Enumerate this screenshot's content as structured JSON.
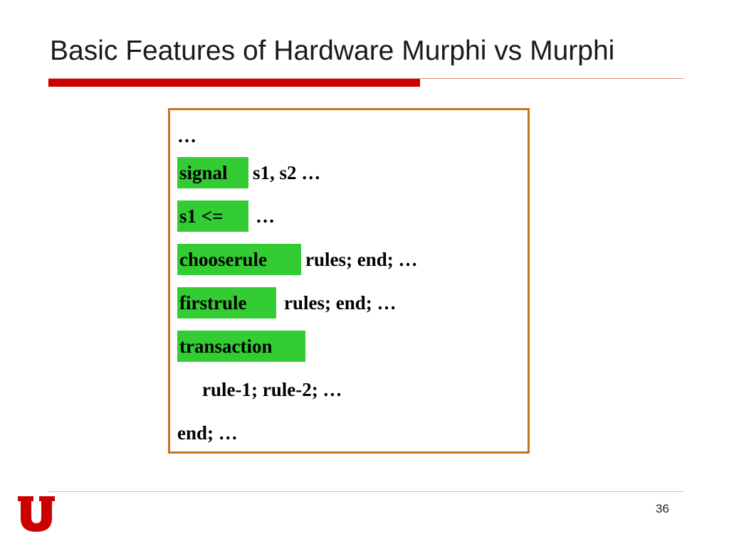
{
  "slide": {
    "title": "Basic Features of Hardware Murphi vs Murphi",
    "page_number": "36"
  },
  "code": {
    "line1": "…",
    "signal_kw": "signal",
    "signal_rest": "s1, s2 …",
    "assign_kw": "s1 <=",
    "assign_rest": "…",
    "chooserule_kw": "chooserule",
    "chooserule_rest": "rules; end; …",
    "firstrule_kw": "firstrule",
    "firstrule_rest": "rules; end; …",
    "transaction_kw": "transaction",
    "inner_line": "rule-1; rule-2; …",
    "end_line": "end; …"
  },
  "colors": {
    "keyword_highlight": "#33cc33",
    "box_border": "#c8741e",
    "accent_red": "#cc0000"
  },
  "logo": {
    "icon": "university-of-utah-u-logo-icon"
  }
}
